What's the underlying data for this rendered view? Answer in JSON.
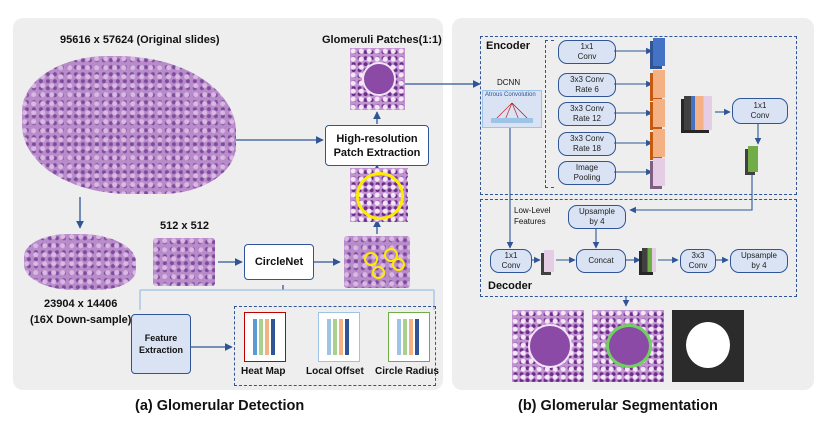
{
  "left": {
    "original_label": "95616 x 57624 (Original slides)",
    "patches_label": "Glomeruli  Patches(1:1)",
    "hr_extraction": "High-resolution\nPatch Extraction",
    "size512_label": "512 x 512",
    "circlenet_label": "CircleNet",
    "downsample_label": "23904 x 14406\n(16X Down-sample)",
    "feature_extraction": "Feature\nExtraction",
    "heatmap_label": "Heat Map",
    "offset_label": "Local Offset",
    "radius_label": "Circle Radius",
    "heatmap_color": "#c00000",
    "offset_color": "#2f5597",
    "radius_color": "#70ad47"
  },
  "right": {
    "encoder_label": "Encoder",
    "dcnn_label": "DCNN",
    "atrous_label": "Atrous Convolution",
    "conv1x1_a": "1x1\nConv",
    "conv_r6": "3x3 Conv\nRate 6",
    "conv_r12": "3x3 Conv\nRate 12",
    "conv_r18": "3x3 Conv\nRate 18",
    "image_pooling": "Image\nPooling",
    "conv1x1_b": "1x1\nConv",
    "upsample4_a": "Upsample\nby 4",
    "lowlevel_label": "Low-Level\nFeatures",
    "conv1x1_c": "1x1\nConv",
    "concat_label": "Concat",
    "conv3x3_label": "3x3\nConv",
    "upsample4_b": "Upsample\nby 4",
    "decoder_label": "Decoder"
  },
  "captions": {
    "detection": "(a) Glomerular Detection",
    "segmentation": "(b) Glomerular Segmentation"
  }
}
